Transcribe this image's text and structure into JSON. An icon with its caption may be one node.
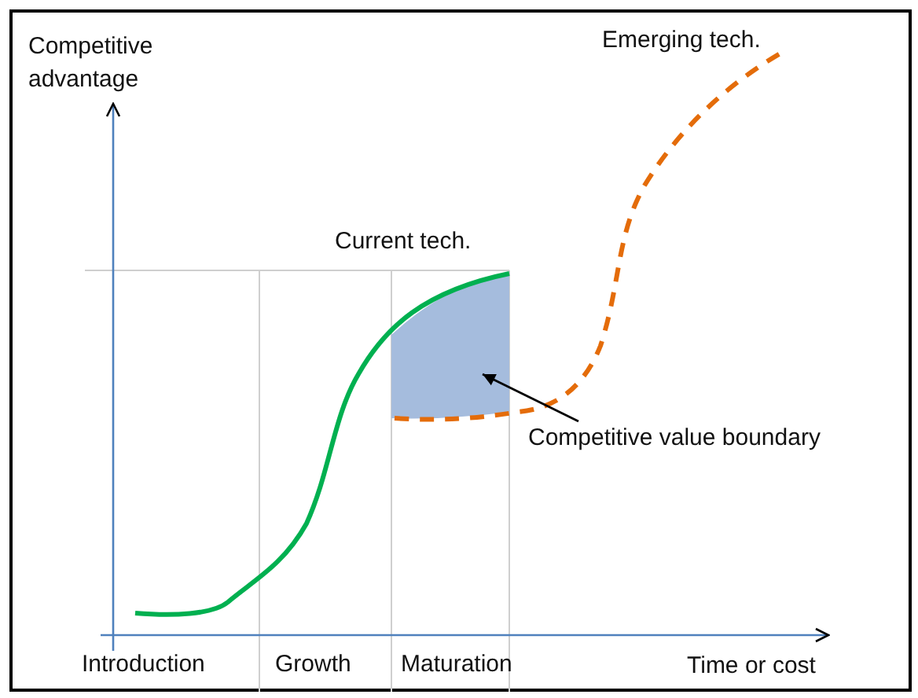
{
  "diagram": {
    "nodes": [
      {
        "text": [
          "Competitive value boundary"
        ]
      },
      {
        "text": [],
        "shape": "area"
      }
    ],
    "edges": [
      {
        "from": 0,
        "to": 1,
        "arrow": "to"
      }
    ],
    "labels": [
      "Competitive advantage",
      "Emerging tech.",
      "Current tech.",
      "Introduction",
      "Growth",
      "Maturation",
      "Time or cost"
    ]
  }
}
